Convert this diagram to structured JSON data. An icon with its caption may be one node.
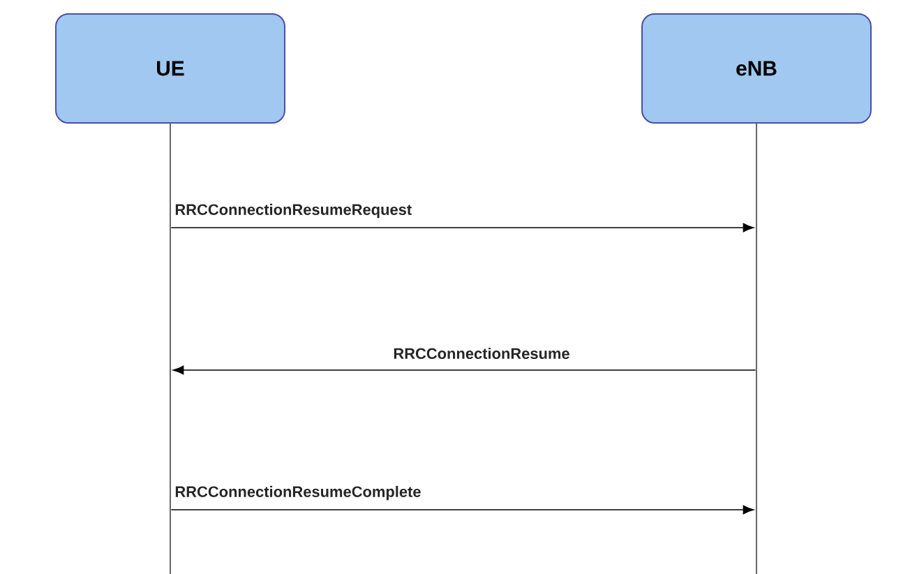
{
  "diagram": {
    "nodes": [
      {
        "text": [
          "UE"
        ]
      },
      {
        "text": [
          "eNB"
        ]
      },
      {
        "text": [],
        "shape": "line"
      },
      {
        "text": [],
        "shape": "line"
      }
    ],
    "edges": [
      {
        "from": 2,
        "to": 3,
        "arrow": "to",
        "label": "RRCConnectionResumeRequest"
      },
      {
        "from": 3,
        "to": 2,
        "arrow": "to",
        "label": "RRCConnectionResume"
      },
      {
        "from": 2,
        "to": 3,
        "arrow": "to",
        "label": "RRCConnectionResumeComplete"
      }
    ]
  }
}
